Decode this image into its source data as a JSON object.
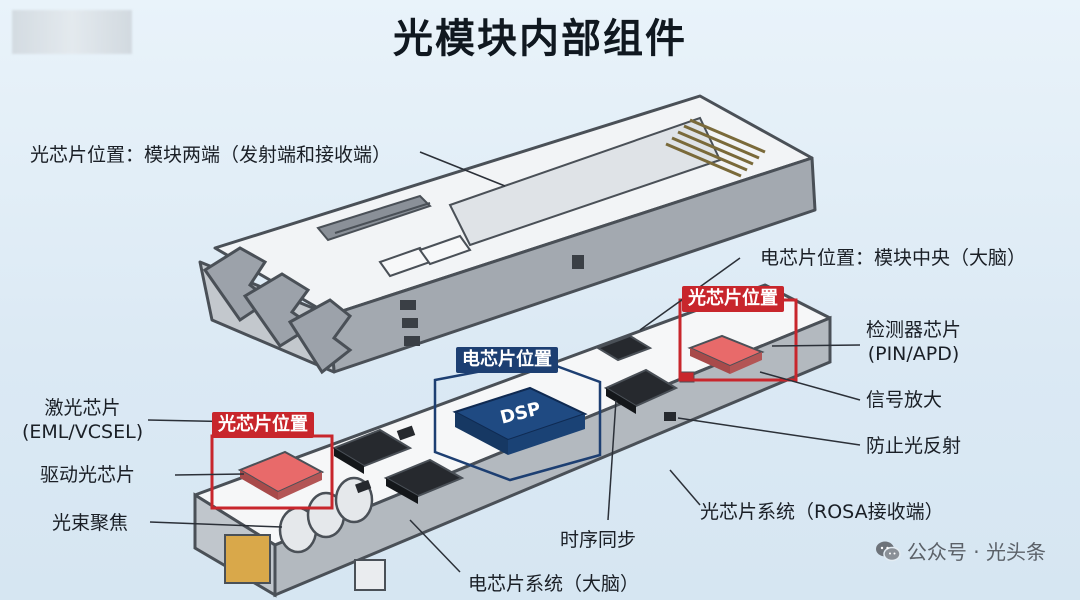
{
  "title": "光模块内部组件",
  "labels": {
    "optical_position": "光芯片位置：模块两端（发射端和接收端）",
    "electrical_position": "电芯片位置：模块中央（大脑）",
    "detector_chip": "检测器芯片",
    "detector_chip_type": "(PIN/APD)",
    "signal_amp": "信号放大",
    "anti_reflection": "防止光反射",
    "rosa": "光芯片系统（ROSA接收端）",
    "timing_sync": "时序同步",
    "electrical_system": "电芯片系统（大脑）",
    "laser_chip": "激光芯片",
    "laser_chip_type": "(EML/VCSEL)",
    "driver_chip": "驱动光芯片",
    "beam_focus": "光束聚焦"
  },
  "tags": {
    "optical_tag_left": "光芯片位置",
    "optical_tag_right": "光芯片位置",
    "electrical_tag": "电芯片位置"
  },
  "dsp_label": "DSP",
  "watermark": "公众号 · 光头条",
  "colors": {
    "red_accent": "#c8262c",
    "blue_accent": "#1d3f72",
    "dsp_chip": "#1f4a82",
    "laser_chip": "#e86a6a"
  }
}
